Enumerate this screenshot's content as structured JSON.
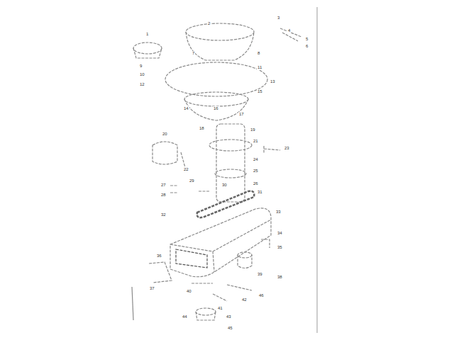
{
  "diagram": {
    "labels": [
      "1",
      "2",
      "3",
      "4",
      "5",
      "6",
      "7",
      "8",
      "9",
      "10",
      "11",
      "12",
      "13",
      "14",
      "15",
      "16",
      "17",
      "18",
      "19",
      "20",
      "21",
      "22",
      "23",
      "24",
      "25",
      "26",
      "27",
      "28",
      "29",
      "30",
      "31",
      "32",
      "33",
      "34",
      "35",
      "36",
      "37",
      "38",
      "39",
      "40",
      "41",
      "42",
      "43",
      "44",
      "45",
      "46"
    ]
  }
}
